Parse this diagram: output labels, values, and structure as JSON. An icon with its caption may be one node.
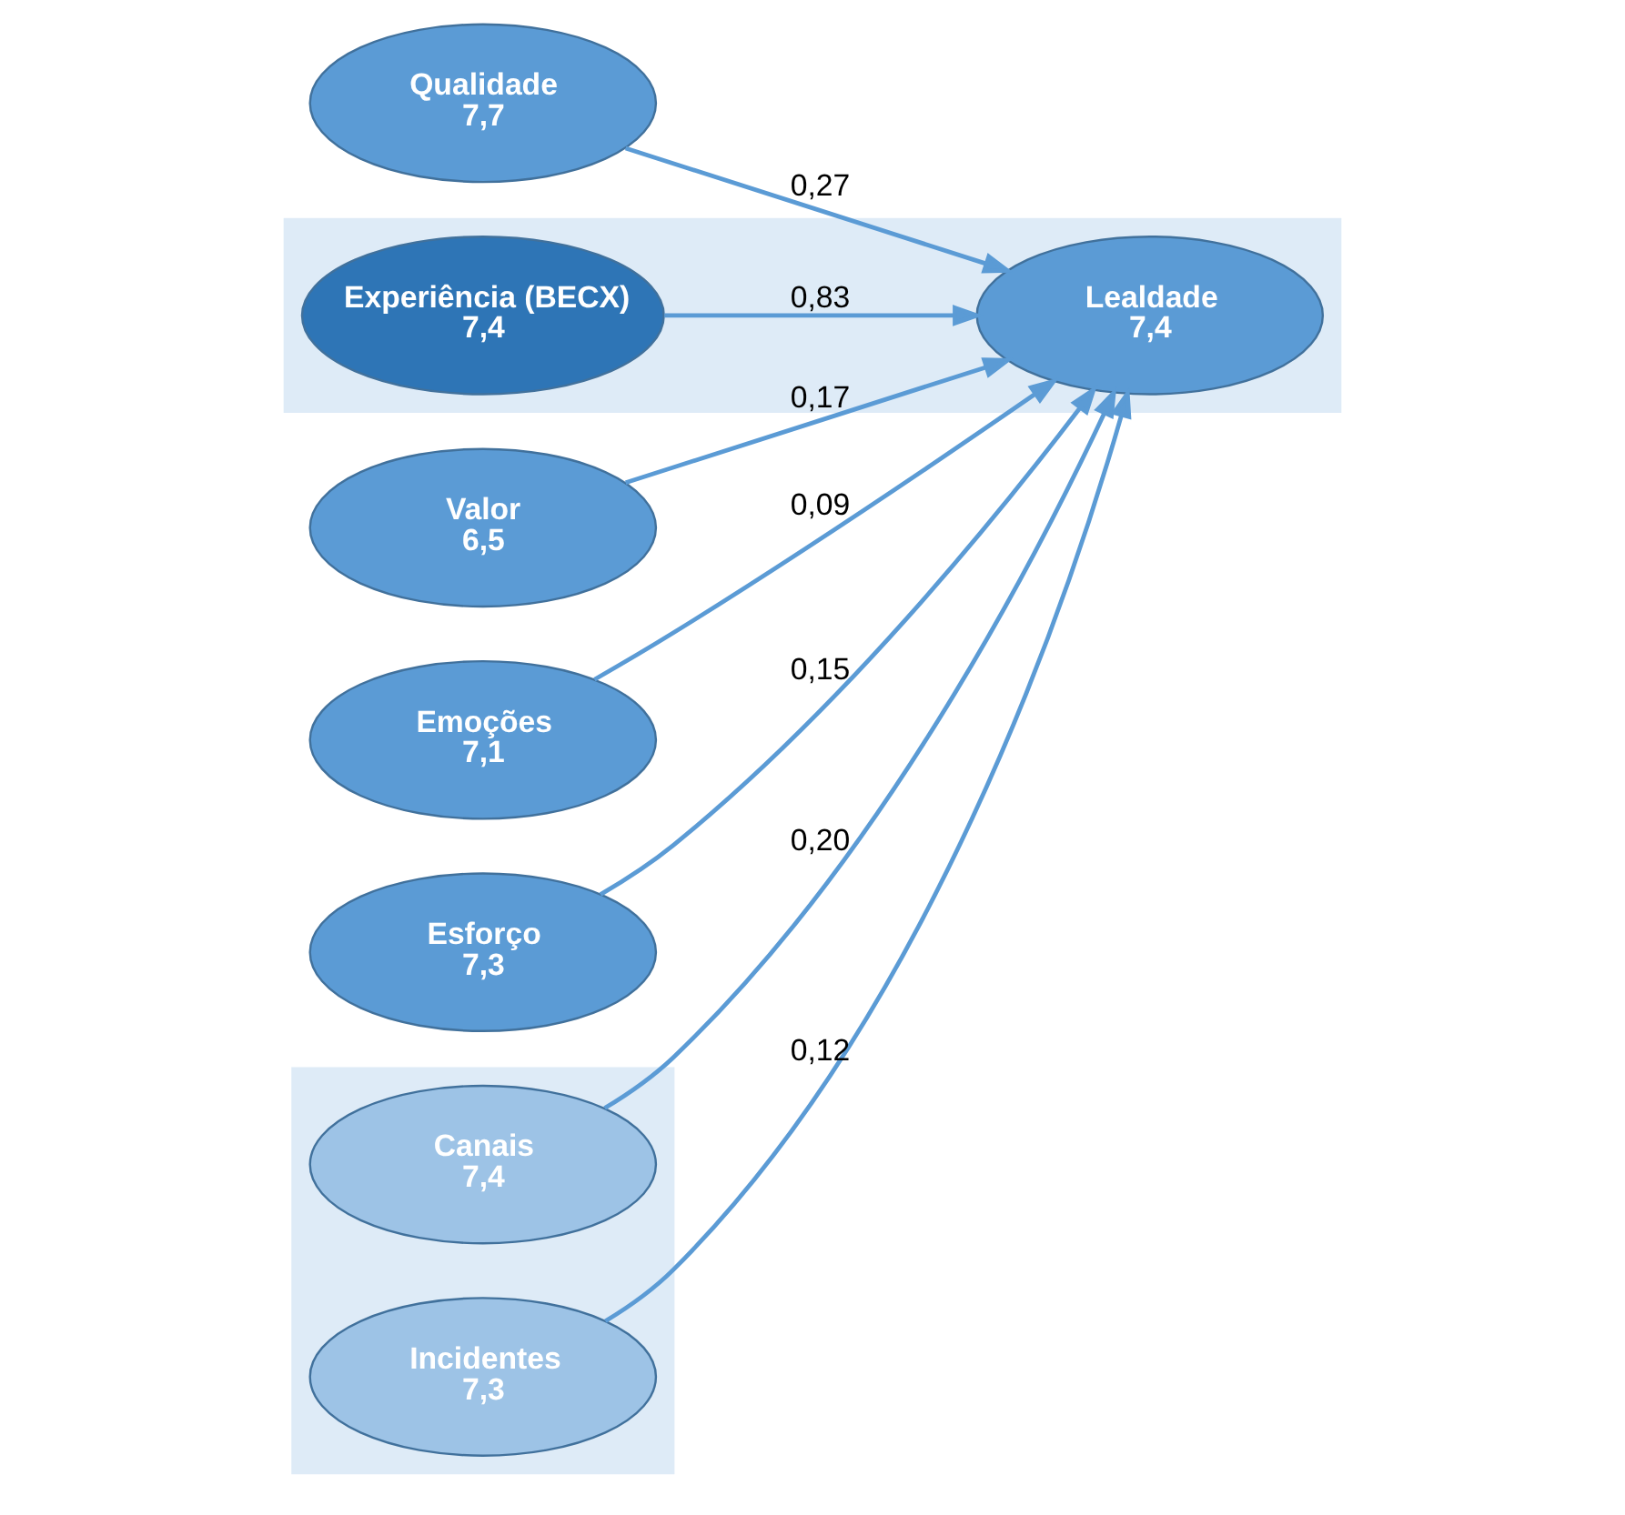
{
  "diagram": {
    "nodes": [
      {
        "text": [
          "Qualidade",
          "7,7"
        ]
      },
      {
        "text": [
          "Valor",
          "6,5"
        ]
      },
      {
        "text": [
          "Emoções",
          "7,1"
        ]
      },
      {
        "text": [],
        "shape": "box"
      },
      {
        "text": [
          "Experiência (BECX)",
          "7,4"
        ],
        "in": 3
      },
      {
        "text": [
          "Lealdade",
          "7,4"
        ],
        "in": 3
      },
      {
        "text": [
          "Esforço",
          "7,3"
        ]
      },
      {
        "text": [],
        "shape": "box"
      },
      {
        "text": [
          "Canais",
          "7,4"
        ],
        "in": 7
      },
      {
        "text": [
          "Incidentes",
          "7,3"
        ],
        "in": 7
      }
    ],
    "edges": [
      {
        "from": 0,
        "to": 5,
        "arrow": "to",
        "label": "0,27"
      },
      {
        "from": 1,
        "to": 5,
        "arrow": "to",
        "label": "0,17"
      },
      {
        "from": 2,
        "to": 5,
        "arrow": "to",
        "label": "0,09"
      },
      {
        "from": 4,
        "to": 5,
        "arrow": "to",
        "label": "0,83"
      },
      {
        "from": 6,
        "to": 5,
        "arrow": "to",
        "label": "0,15"
      },
      {
        "from": 8,
        "to": 5,
        "arrow": "to",
        "label": "0,20"
      },
      {
        "from": 9,
        "to": 5,
        "arrow": "to",
        "label": "0,12"
      }
    ]
  }
}
